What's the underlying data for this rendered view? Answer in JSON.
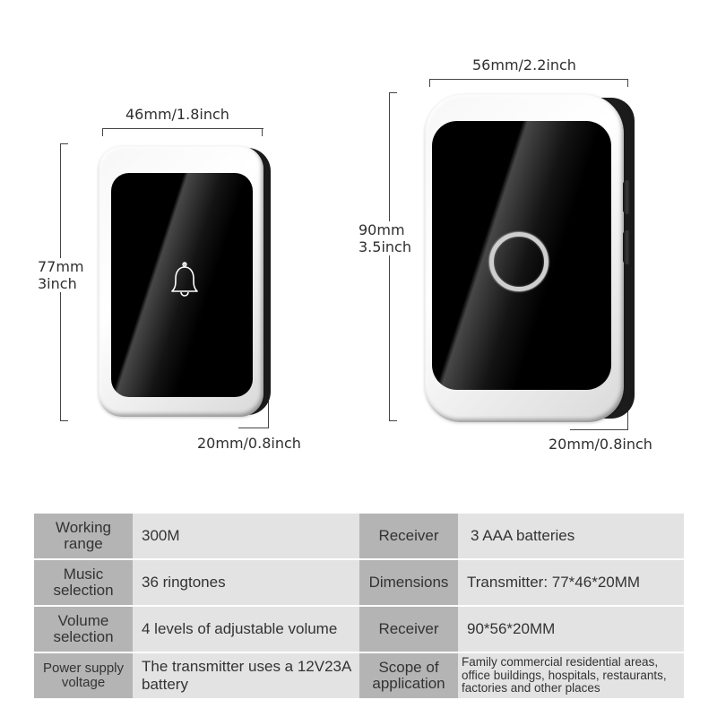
{
  "transmitter": {
    "width_label": "46mm/1.8inch",
    "height_label_mm": "77mm",
    "height_label_inch": "3inch",
    "depth_label": "20mm/0.8inch",
    "icon": "bell-icon"
  },
  "receiver": {
    "width_label": "56mm/2.2inch",
    "height_label_mm": "90mm",
    "height_label_inch": "3.5inch",
    "depth_label": "20mm/0.8inch",
    "icon": "ring-button-icon"
  },
  "specs": {
    "rows": [
      {
        "left_header": "Working range",
        "left_value": "300M",
        "right_header": "Receiver",
        "right_value": "3 AAA batteries"
      },
      {
        "left_header": "Music selection",
        "left_value": "36 ringtones",
        "right_header": "Dimensions",
        "right_value": "Transmitter: 77*46*20MM"
      },
      {
        "left_header": "Volume selection",
        "left_value": "4 levels of adjustable volume",
        "right_header": "Receiver",
        "right_value": "90*56*20MM"
      },
      {
        "left_header": "Power supply voltage",
        "left_value": "The transmitter uses a 12V23A battery",
        "right_header": "Scope of application",
        "right_value": "Family commercial residential areas, office buildings, hospitals, restaurants, factories and other places"
      }
    ]
  },
  "colors": {
    "header_cell": "#b4b4b4",
    "value_cell": "#e3e3e3",
    "text": "#333333"
  }
}
